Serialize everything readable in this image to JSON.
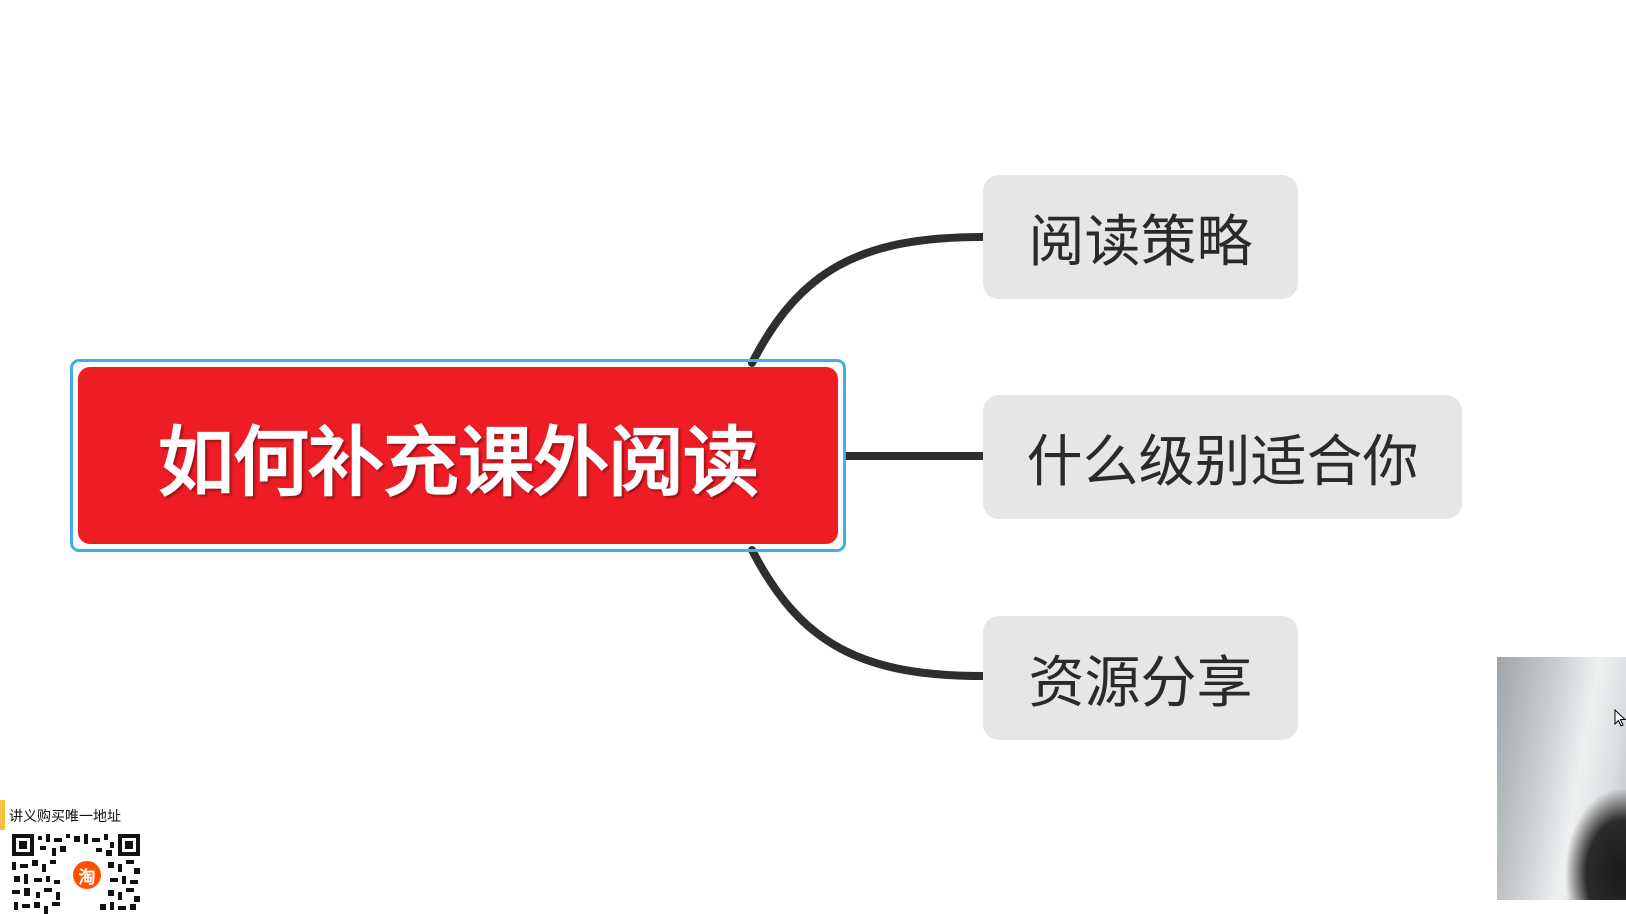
{
  "mindmap": {
    "central_topic": "如何补充课外阅读",
    "branches": [
      "阅读策略",
      "什么级别适合你",
      "资源分享"
    ]
  },
  "colors": {
    "central_fill": "#ee1c25",
    "central_selection_border": "#3db1e6",
    "branch_fill": "#e6e6e6",
    "connector": "#2e2e2e"
  },
  "promo": {
    "label": "讲义购买唯一地址",
    "badge_text": "淘"
  },
  "icons": [
    "qr-code-icon",
    "taobao-icon",
    "mouse-cursor-icon"
  ]
}
